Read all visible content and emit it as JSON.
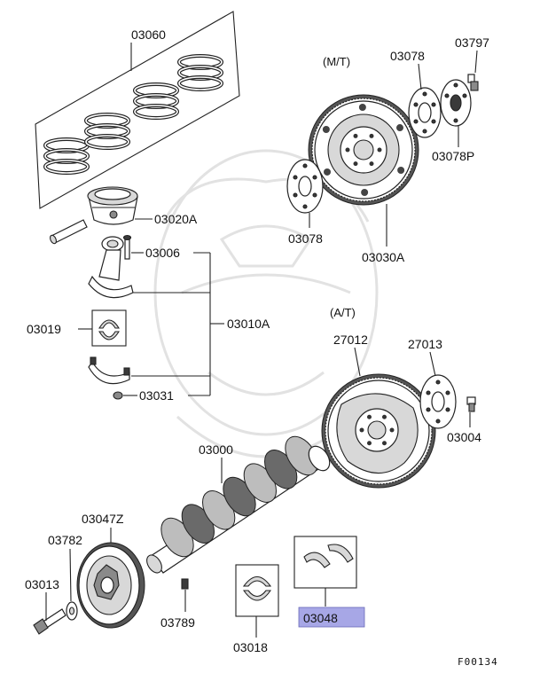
{
  "headings": {
    "mt": "(M/T)",
    "at": "(A/T)"
  },
  "parts": {
    "p03060": "03060",
    "p03020A": "03020A",
    "p03006": "03006",
    "p03010A": "03010A",
    "p03019": "03019",
    "p03031": "03031",
    "p03078_top": "03078",
    "p03797": "03797",
    "p03078P": "03078P",
    "p03078_left": "03078",
    "p03030A": "03030A",
    "p27012": "27012",
    "p27013": "27013",
    "p03004": "03004",
    "p03000": "03000",
    "p03047Z": "03047Z",
    "p03782": "03782",
    "p03013": "03013",
    "p03789": "03789",
    "p03018": "03018",
    "p03048": "03048"
  },
  "highlight_color": "#a7a7e6",
  "figure_code": "F00134"
}
